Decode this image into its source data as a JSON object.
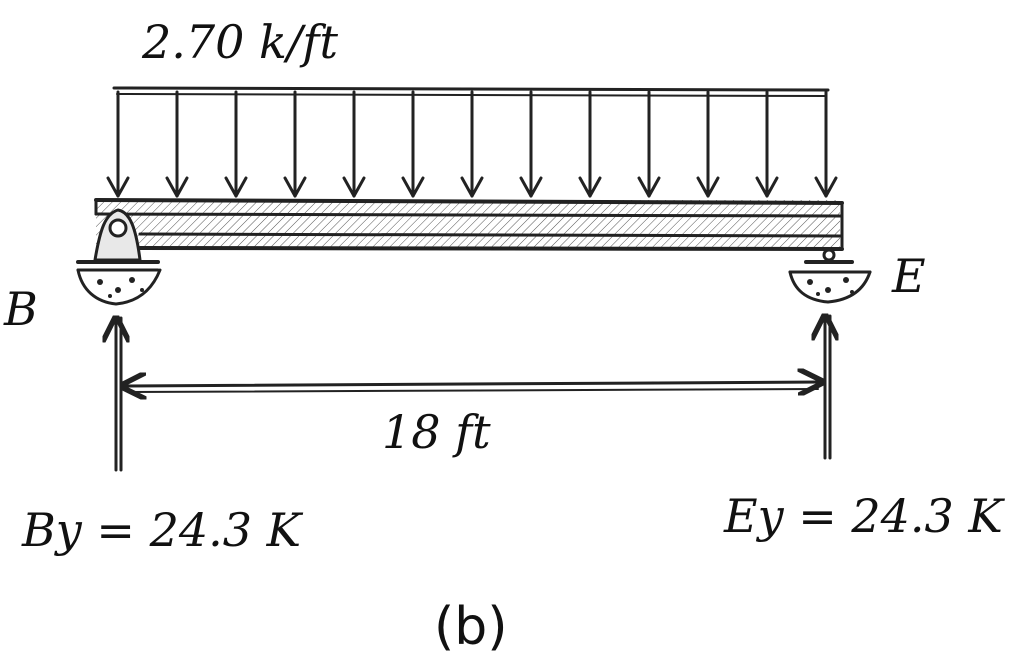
{
  "load": {
    "label": "2.70 k/ft"
  },
  "supports": {
    "left": "B",
    "right": "E"
  },
  "span": {
    "label": "18 ft"
  },
  "reactions": {
    "left": "By = 24.3 K",
    "right": "Ey = 24.3 K"
  },
  "figure": {
    "label": "(b)"
  },
  "distributed_load": {
    "arrow_count": 13
  }
}
